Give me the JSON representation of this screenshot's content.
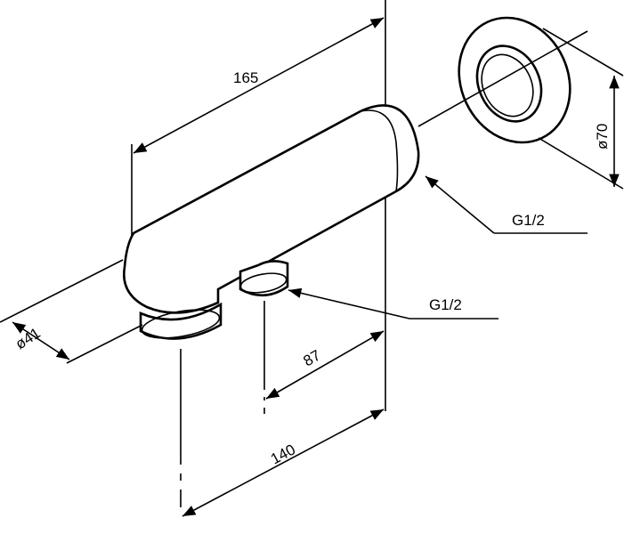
{
  "dimensions": {
    "length_overall": "165",
    "flange_diameter": "ø70",
    "thread_top": "G1/2",
    "thread_bottom": "G1/2",
    "pipe_diameter": "ø41",
    "outlet_offset": "87",
    "depth": "140"
  },
  "colors": {
    "line": "#000000",
    "background": "#ffffff"
  }
}
